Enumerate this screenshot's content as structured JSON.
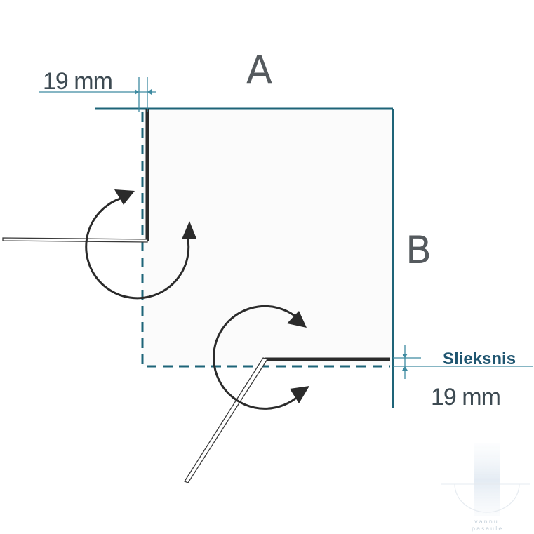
{
  "labels": {
    "side_a": "A",
    "side_b": "B",
    "dimension_top": "19 mm",
    "dimension_bottom": "19 mm",
    "threshold": "Slieksnis"
  },
  "watermark": {
    "line1": "vannu",
    "line2": "pasaule"
  },
  "colors": {
    "wall": "#1e6478",
    "door_panel": "#2b2b2b",
    "dashed": "#1e6478",
    "dimension": "#3d8aa0",
    "arrow": "#2b2b2b",
    "floor_fill": "#fbfbfb"
  },
  "icons": [
    "rotation-arrow-icon",
    "dimension-arrow-icon"
  ]
}
